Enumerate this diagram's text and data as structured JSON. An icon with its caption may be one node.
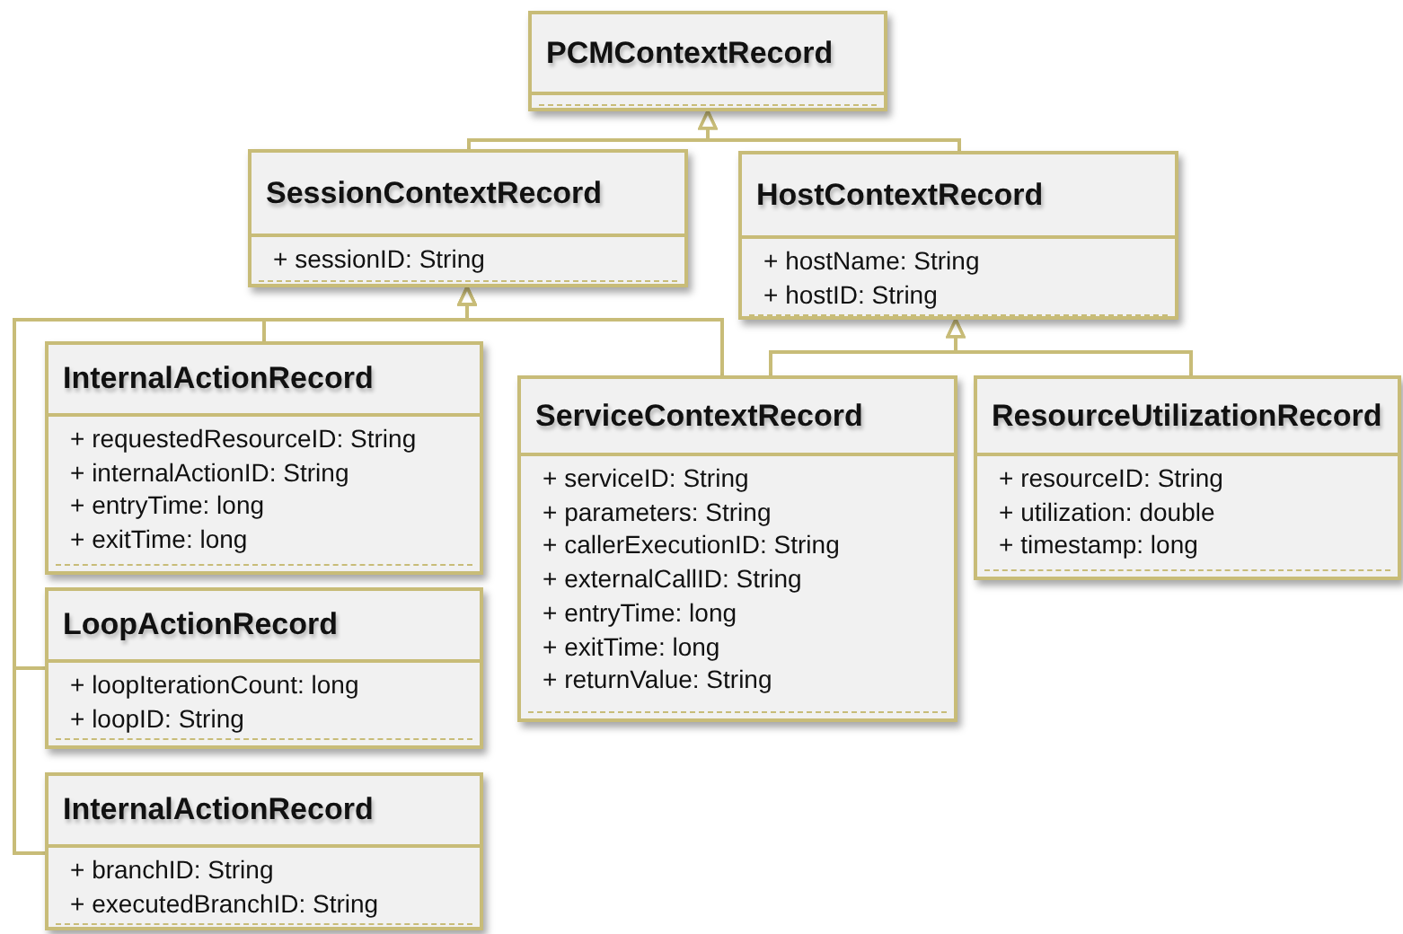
{
  "diagram": {
    "nodes": [
      {
        "text": [
          "PCMContextRecord"
        ]
      },
      {
        "text": [
          "SessionContextRecord",
          "+ sessionID: String"
        ]
      },
      {
        "text": [
          "HostContextRecord",
          "+ hostName: String",
          "+ hostID: String"
        ]
      },
      {
        "text": [
          "InternalActionRecord",
          "+ requestedResourceID: String",
          "+ internalActionID: String",
          "+ entryTime: long",
          "+ exitTime: long"
        ]
      },
      {
        "text": [
          "ServiceContextRecord",
          "+ serviceID: String",
          "+ parameters: String",
          "+ callerExecutionID: String",
          "+ externalCallID: String",
          "+ entryTime: long",
          "+ exitTime: long",
          "+ returnValue: String"
        ]
      },
      {
        "text": [
          "ResourceUtilizationRecord",
          "+ resourceID: String",
          "+ utilization: double",
          "+ timestamp: long"
        ]
      },
      {
        "text": [
          "LoopActionRecord",
          "+ loopIterationCount: long",
          "+ loopID: String"
        ]
      },
      {
        "text": [
          "InternalActionRecord",
          "+ branchID: String",
          "+ executedBranchID: String"
        ]
      }
    ],
    "edges": [
      {
        "from": 1,
        "to": 0,
        "arrow": "to"
      },
      {
        "from": 2,
        "to": 0,
        "arrow": "to"
      },
      {
        "from": 3,
        "to": 1,
        "arrow": "to"
      },
      {
        "from": 6,
        "to": 1,
        "arrow": "to"
      },
      {
        "from": 7,
        "to": 1,
        "arrow": "to"
      },
      {
        "from": 4,
        "to": 1,
        "arrow": "to"
      },
      {
        "from": 4,
        "to": 2,
        "arrow": "to"
      },
      {
        "from": 5,
        "to": 2,
        "arrow": "to"
      }
    ]
  }
}
